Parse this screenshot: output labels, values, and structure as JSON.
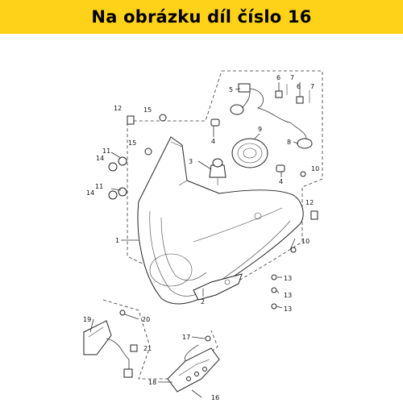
{
  "banner": {
    "title": "Na obrázku díl číslo 16",
    "color": "#ffd21a"
  },
  "labels": {
    "n1": "1",
    "n2": "2",
    "n3": "3",
    "n4a": "4",
    "n4b": "4",
    "n5": "5",
    "n6a": "6",
    "n6b": "6",
    "n7a": "7",
    "n7b": "7",
    "n8": "8",
    "n9": "9",
    "n10a": "10",
    "n10b": "10",
    "n11a": "11",
    "n11b": "11",
    "n12a": "12",
    "n12b": "12",
    "n13a": "13",
    "n13b": "13",
    "n13c": "13",
    "n14a": "14",
    "n14b": "14",
    "n15a": "15",
    "n15b": "15",
    "n16": "16",
    "n17": "17",
    "n18": "18",
    "n19": "19",
    "n20": "20",
    "n21": "21"
  }
}
